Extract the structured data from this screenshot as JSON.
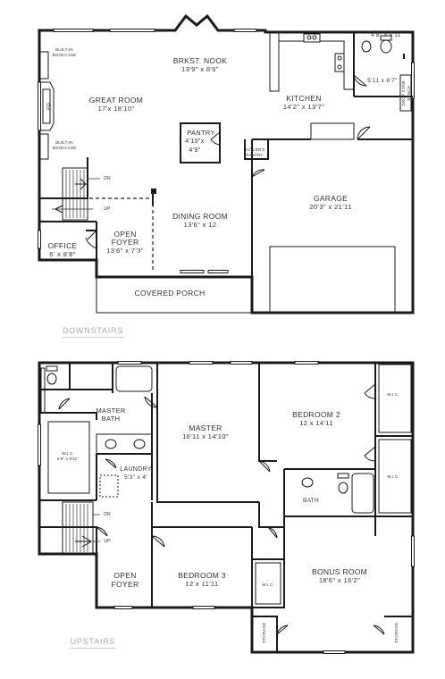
{
  "downstairs": {
    "section_label": "DOWNSTAIRS",
    "rooms": {
      "great_room": {
        "name": "GREAT ROOM",
        "dim": "17'x 18'10\""
      },
      "breakfast_nook": {
        "name": "BRKST. NOOK",
        "dim": "13'9\" x 8'6\""
      },
      "kitchen": {
        "name": "KITCHEN",
        "dim": "14'2\" x 13'7\""
      },
      "powder": {
        "dim_top": "4'8\" x 5'11",
        "dim_bottom": "5'11 x 8'7\""
      },
      "pantry": {
        "name": "PANTRY",
        "dim1": "4'10\"x",
        "dim2": "4'9\""
      },
      "butlers_pantry": {
        "line1": "BUTLER'S",
        "line2": "PANTRY"
      },
      "dining_room": {
        "name": "DINING ROOM",
        "dim": "13'6\" x 12"
      },
      "garage": {
        "name": "GARAGE",
        "dim": "20'3\" x 21'11"
      },
      "office": {
        "name": "OFFICE",
        "dim": "6' x 8'8\""
      },
      "open_foyer": {
        "name": "OPEN",
        "name2": "FOYER",
        "dim": "13'6\" x 7'3\""
      },
      "covered_porch": {
        "name": "COVERED PORCH"
      }
    },
    "labels": {
      "bookcase_top_1": "BUILT-IN",
      "bookcase_top_2": "BOOKCASE",
      "bookcase_bot_1": "BUILT-IN",
      "bookcase_bot_2": "BOOKCASE",
      "fireplace": "FP",
      "drop_zone_1": "DROP ZONE",
      "drop_zone_2": "BENCH",
      "stair_dn": "DN",
      "stair_up": "UP"
    }
  },
  "upstairs": {
    "section_label": "UPSTAIRS",
    "rooms": {
      "master_bath": {
        "name": "MASTER",
        "name2": "BATH"
      },
      "master": {
        "name": "MASTER",
        "dim": "16'11 x 14'10\""
      },
      "bedroom2": {
        "name": "BEDROOM 2",
        "dim": "12 x 14'11"
      },
      "wic_master": {
        "name": "W.I.C.",
        "dim": "6'8\" x 9'11\""
      },
      "laundry": {
        "name": "LAUNDRY",
        "dim": "5'3\" x 4'"
      },
      "wic_bed2_top": {
        "name": "W.I.C."
      },
      "wic_bed2_bottom": {
        "name": "W.I.C."
      },
      "bath": {
        "name": "BATH"
      },
      "open_foyer": {
        "name": "OPEN",
        "name2": "FOYER"
      },
      "bedroom3": {
        "name": "BEDROOM 3",
        "dim": "12 x 11'11"
      },
      "wic_bed3": {
        "name": "W.I.C."
      },
      "bonus_room": {
        "name": "BONUS ROOM",
        "dim": "18'6\" x 16'2\""
      },
      "storage_left": {
        "name": "STORAGE"
      },
      "storage_right": {
        "name": "STORAGE"
      }
    },
    "labels": {
      "stair_dn": "DN",
      "stair_up": "UP"
    }
  }
}
